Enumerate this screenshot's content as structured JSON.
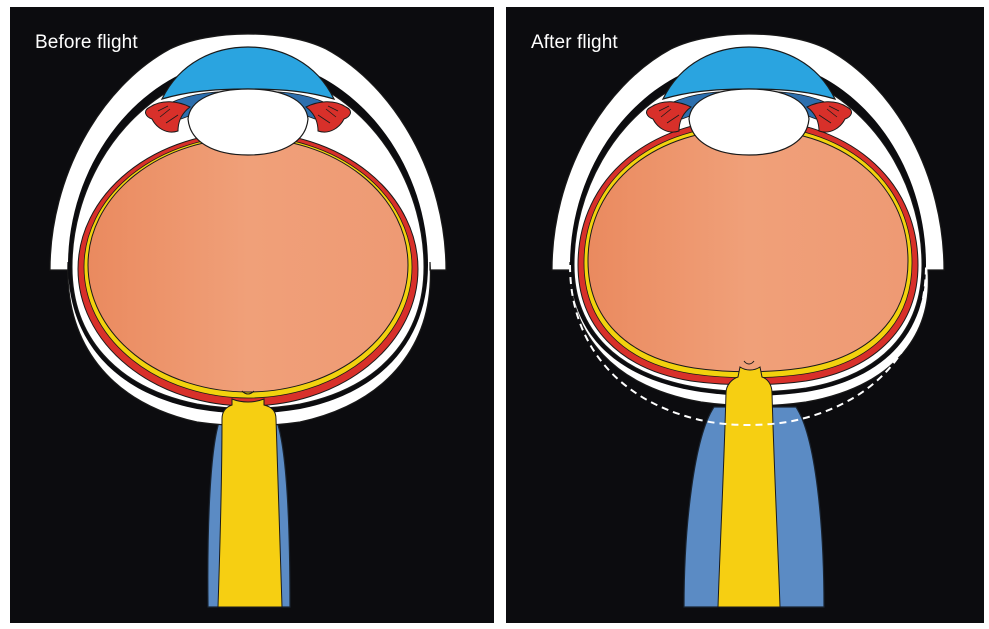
{
  "panels": [
    {
      "id": "before",
      "label": "Before flight"
    },
    {
      "id": "after",
      "label": "After flight"
    }
  ]
}
